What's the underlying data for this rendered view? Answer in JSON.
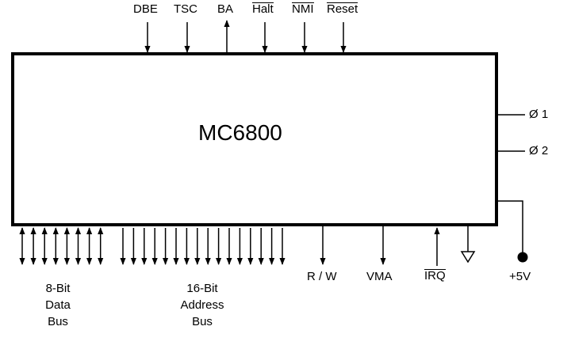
{
  "chip": {
    "name": "MC6800"
  },
  "top_pins": [
    {
      "id": "dbe",
      "label": "DBE",
      "overline": false,
      "direction": "in"
    },
    {
      "id": "tsc",
      "label": "TSC",
      "overline": false,
      "direction": "in"
    },
    {
      "id": "ba",
      "label": "BA",
      "overline": false,
      "direction": "out"
    },
    {
      "id": "halt",
      "label": "Halt",
      "overline": true,
      "direction": "in"
    },
    {
      "id": "nmi",
      "label": "NMI",
      "overline": true,
      "direction": "in"
    },
    {
      "id": "reset",
      "label": "Reset",
      "overline": true,
      "direction": "in"
    }
  ],
  "right_pins": [
    {
      "id": "phi1",
      "label": "Ø 1"
    },
    {
      "id": "phi2",
      "label": "Ø 2"
    }
  ],
  "bottom_pins": {
    "rw": {
      "label": "R / W",
      "direction": "out"
    },
    "vma": {
      "label": "VMA",
      "direction": "out"
    },
    "irq": {
      "label": "IRQ",
      "overline": true,
      "direction": "in"
    },
    "gnd": {
      "symbol": "ground"
    },
    "vcc": {
      "label": "+5V"
    }
  },
  "data_bus": {
    "line1": "8-Bit",
    "line2": "Data",
    "line3": "Bus",
    "lines": 8,
    "direction": "bidirectional"
  },
  "address_bus": {
    "line1": "16-Bit",
    "line2": "Address",
    "line3": "Bus",
    "lines": 16,
    "direction": "out"
  }
}
